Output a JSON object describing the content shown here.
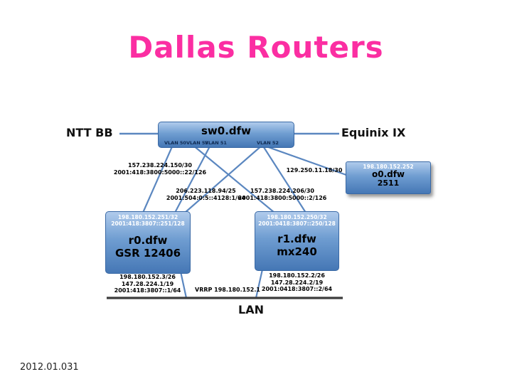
{
  "title": "Dallas Routers",
  "footer": "2012.01.031",
  "external": {
    "left": "NTT BB",
    "right": "Equinix IX"
  },
  "switch": {
    "name": "sw0.dfw",
    "vlans": [
      "VLAN 50",
      "VLAN 53",
      "VLAN 51",
      "VLAN 52"
    ]
  },
  "oob": {
    "ip": "198.180.152.252",
    "name": "o0.dfw",
    "model": "2511",
    "link": "129.250.11.18/30"
  },
  "wan_links": {
    "r0_ntt": {
      "v4": "157.238.224.150/30",
      "v6": "2001:418:3800:5000::22/126"
    },
    "ix": {
      "v4": "206.223.118.94/25",
      "v6": "2001:504:0:5::4128:1/64"
    },
    "r1_ntt": {
      "v4": "157.238.224.206/30",
      "v6": "2001:418:3800:5000::2/126"
    }
  },
  "routers": {
    "r0": {
      "lo_v4": "198.180.152.251/32",
      "lo_v6": "2001:418:3807::251/128",
      "name": "r0.dfw",
      "model": "GSR 12406",
      "lan_v4": "198.180.152.3/26",
      "lan_147": "147.28.224.1/19",
      "lan_v6": "2001:418:3807::1/64"
    },
    "r1": {
      "lo_v4": "198.180.152.250/32",
      "lo_v6": "2001:0418:3807::250/128",
      "name": "r1.dfw",
      "model": "mx240",
      "lan_v4": "198.180.152.2/26",
      "lan_147": "147.28.224.2/19",
      "lan_v6": "2001:0418:3807::2/64"
    }
  },
  "lan": {
    "label": "LAN",
    "vrrp": "VRRP 198.180.152.1"
  },
  "colors": {
    "title": "#fb2ea2",
    "node_top": "#b0cbec",
    "node_bottom": "#4577b5",
    "link_line": "#5b87c0",
    "bus_line": "#3c3c3c"
  }
}
